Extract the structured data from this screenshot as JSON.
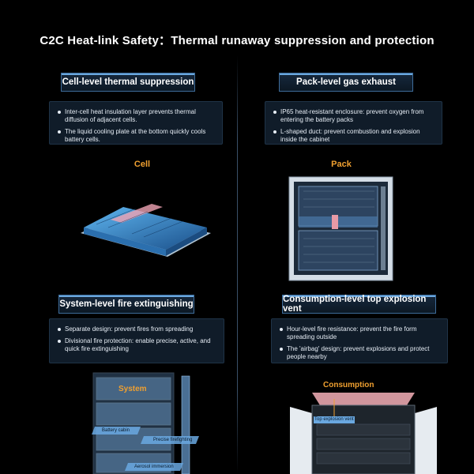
{
  "title": "C2C Heat-link Safety：Thermal runaway suppression and protection",
  "sections": {
    "cell": {
      "label": "Cell-level thermal suppression",
      "bullets": [
        "Inter-cell heat insulation layer prevents thermal diffusion of adjacent cells.",
        "The liquid cooling plate at the bottom quickly cools battery cells."
      ],
      "sub_title": "Cell"
    },
    "pack": {
      "label": "Pack-level gas exhaust",
      "bullets": [
        "IP65 heat-resistant enclosure: prevent oxygen from entering the battery packs",
        "L-shaped duct: prevent combustion and explosion inside the cabinet"
      ],
      "sub_title": "Pack"
    },
    "system": {
      "label": "System-level fire extinguishing",
      "bullets": [
        "Separate design: prevent fires from spreading",
        "Divisional fire protection: enable precise, active, and quick fire extinguishing"
      ],
      "illus_title": "System",
      "callouts": [
        "Battery cabin",
        "Precise firefighting",
        "Aerosol immersion"
      ]
    },
    "consumption": {
      "label": "Consumption-level top explosion vent",
      "bullets": [
        "Hour-level fire resistance: prevent the fire form spreading outside",
        "The 'airbag' design: prevent explosions and protect people nearby"
      ],
      "illus_title": "Consumption",
      "callouts": [
        "Top explosion vent"
      ]
    }
  },
  "colors": {
    "accent_orange": "#f0a030",
    "accent_blue": "#6aa8e0",
    "background": "#000000"
  }
}
